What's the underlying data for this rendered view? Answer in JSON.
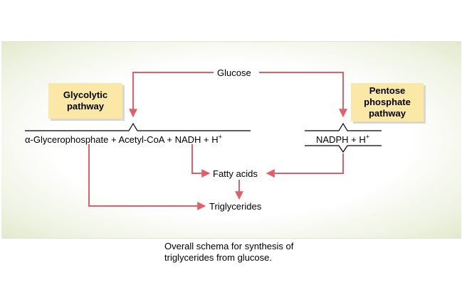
{
  "diagram": {
    "source_node": "Glucose",
    "pathways": {
      "left": "Glycolytic pathway",
      "right": "Pentose phosphate pathway"
    },
    "left_products": {
      "prefix": "α-Glycerophosphate + Acetyl-CoA + NADH + H",
      "sup": "+"
    },
    "right_products": {
      "prefix": "NADPH + H",
      "sup": "+"
    },
    "intermediate": "Fatty acids",
    "final_product": "Triglycerides",
    "colors": {
      "arrow": "#e0606a",
      "pathway_box": "#fbe8a6"
    }
  },
  "caption": "Overall schema for synthesis of triglycerides from glucose."
}
